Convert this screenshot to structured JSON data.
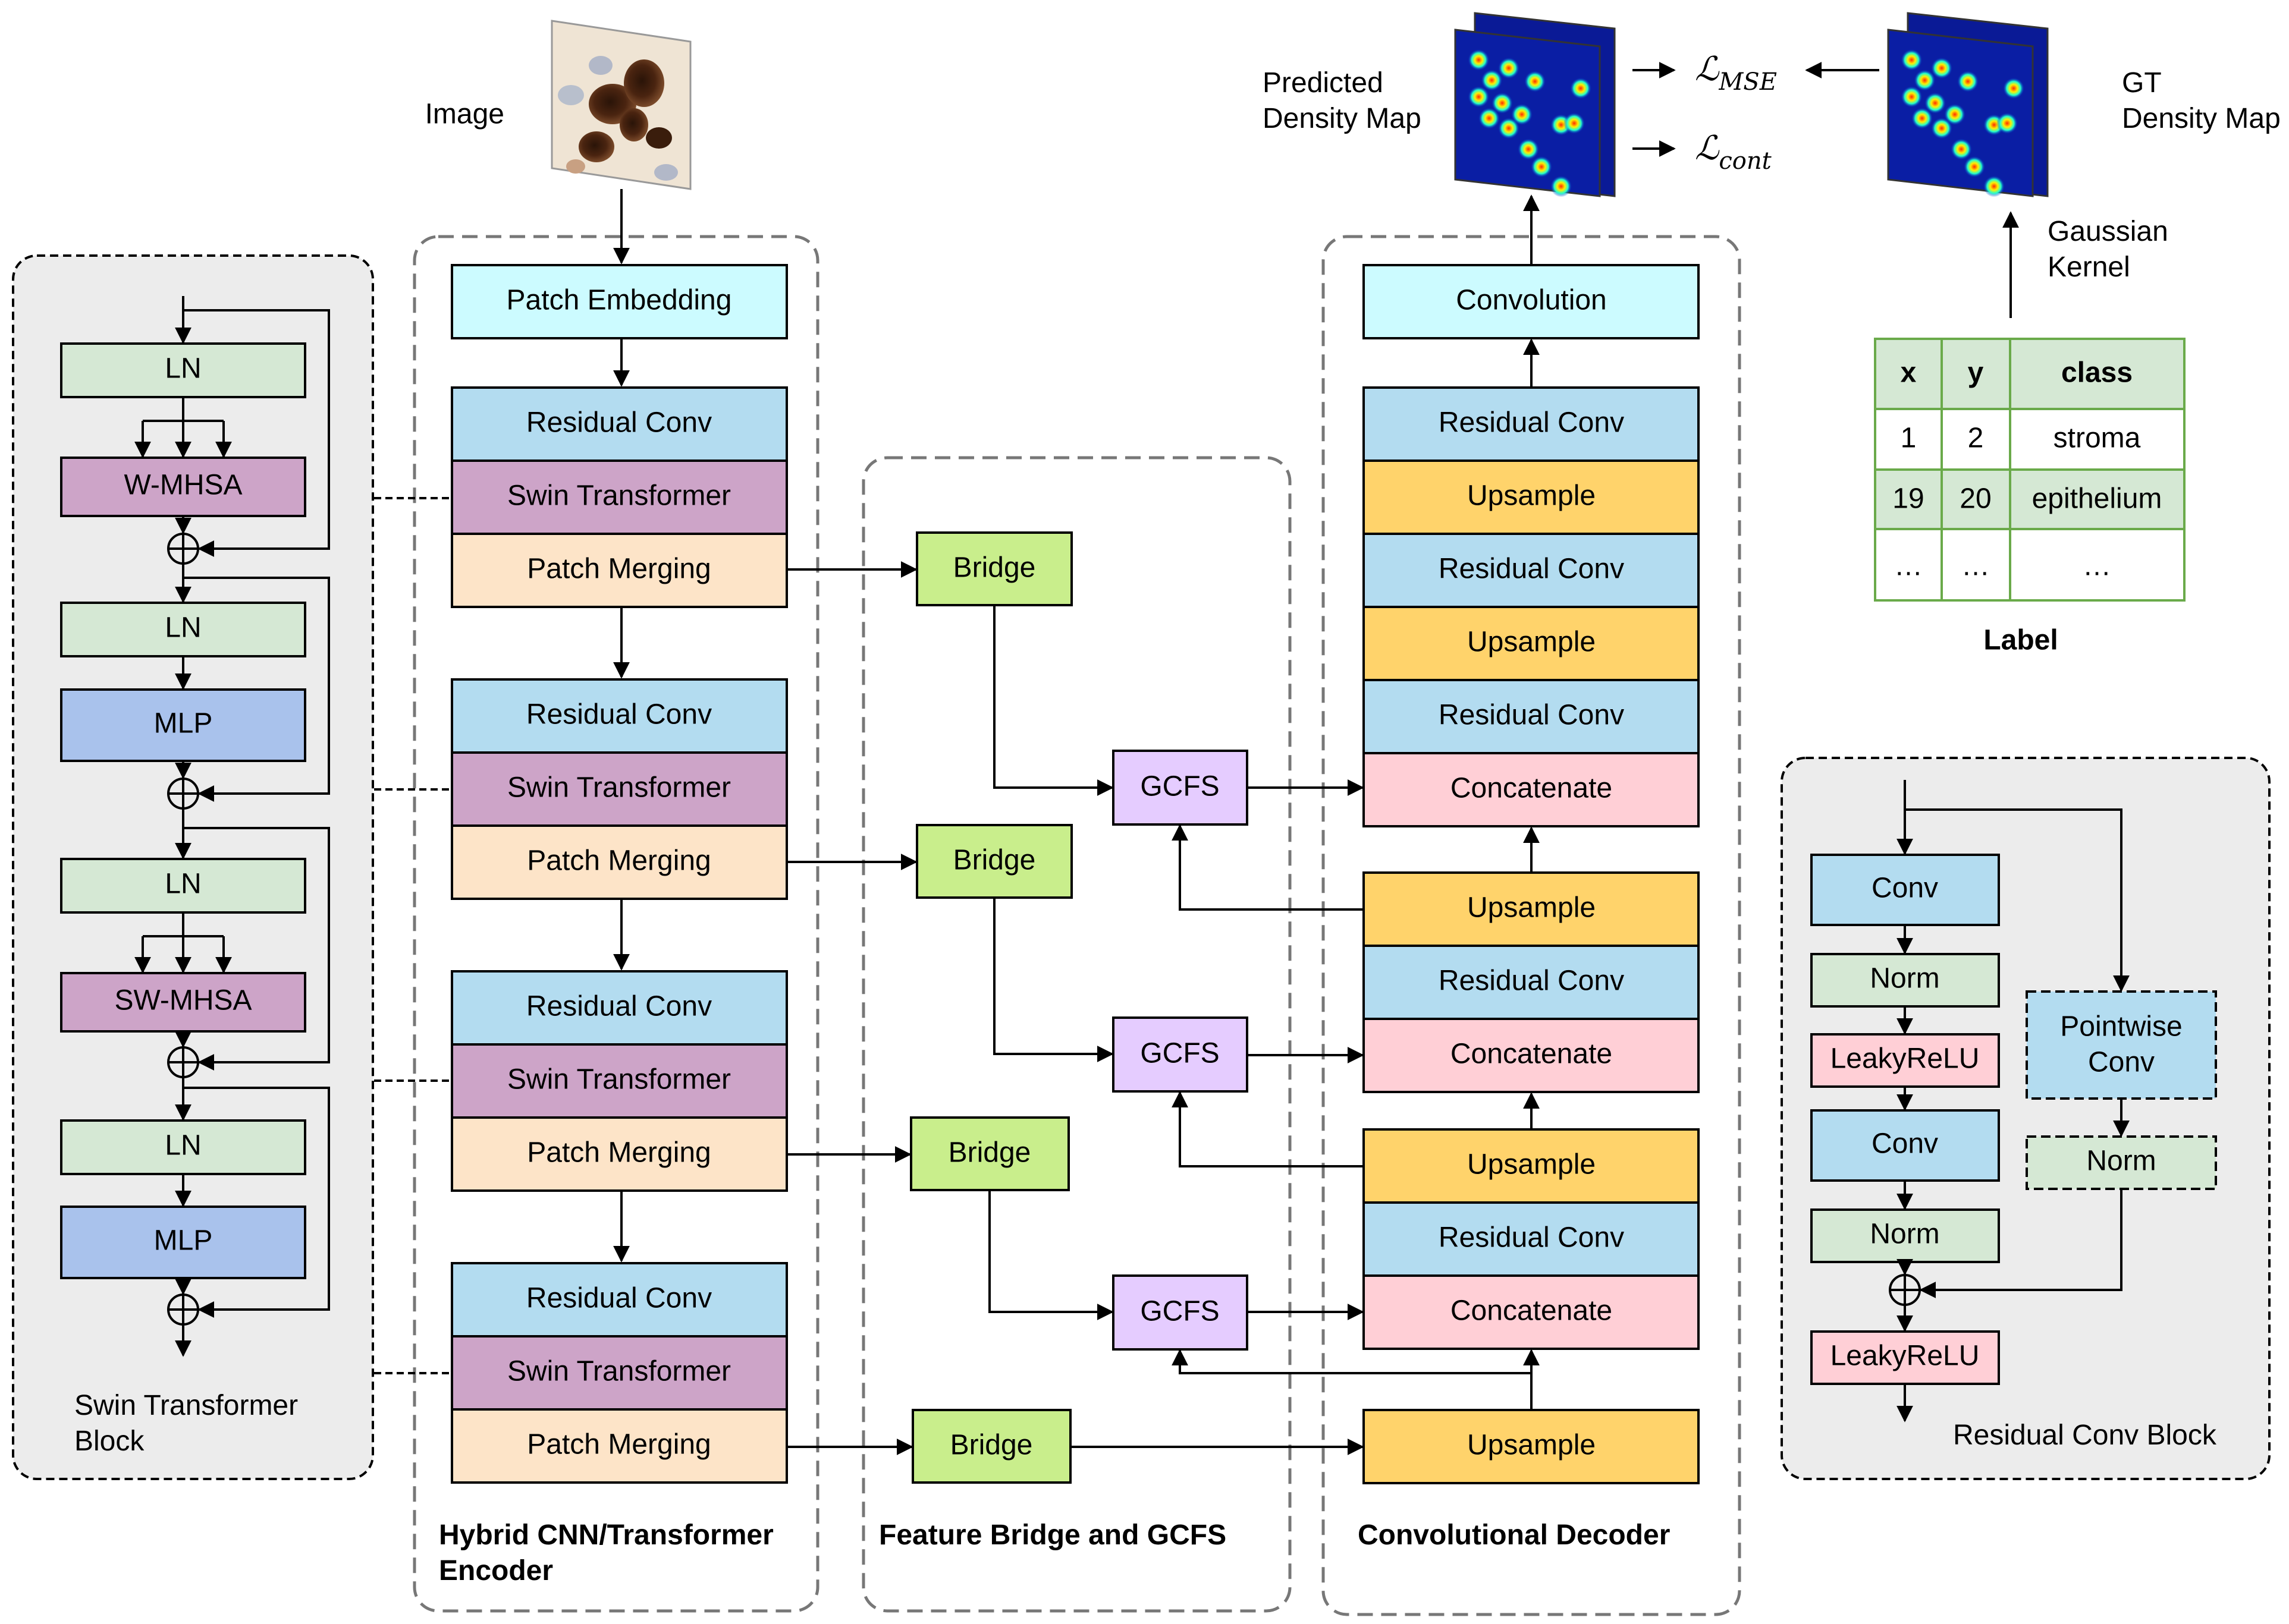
{
  "colors": {
    "cyan": "#ccfbff",
    "blue": "#b3dcf0",
    "purple": "#cda4c8",
    "peach": "#fde4c8",
    "green_ln": "#d5e8d4",
    "blue_mlp": "#a9c2ec",
    "bridge": "#c9ee8c",
    "gcfs": "#e5ccff",
    "upsample": "#ffd36b",
    "concat": "#ffcfd6",
    "panel": "#ececec",
    "leaky": "#ffcfd6"
  },
  "image_label": "Image",
  "swin_block": {
    "title_line1": "Swin Transformer",
    "title_line2": "Block",
    "ln1": "LN",
    "wmhsa": "W-MHSA",
    "ln2": "LN",
    "mlp1": "MLP",
    "ln3": "LN",
    "swmhsa": "SW-MHSA",
    "ln4": "LN",
    "mlp2": "MLP"
  },
  "encoder": {
    "caption_line1": "Hybrid CNN/Transformer",
    "caption_line2": "Encoder",
    "patch_embedding": "Patch Embedding",
    "stages": [
      {
        "residual": "Residual Conv",
        "swin": "Swin Transformer",
        "merge": "Patch Merging"
      },
      {
        "residual": "Residual Conv",
        "swin": "Swin Transformer",
        "merge": "Patch Merging"
      },
      {
        "residual": "Residual Conv",
        "swin": "Swin Transformer",
        "merge": "Patch Merging"
      },
      {
        "residual": "Residual Conv",
        "swin": "Swin Transformer",
        "merge": "Patch Merging"
      }
    ]
  },
  "bridge": {
    "caption": "Feature Bridge and GCFS",
    "bridges": [
      "Bridge",
      "Bridge",
      "Bridge",
      "Bridge"
    ],
    "gcfs": [
      "GCFS",
      "GCFS",
      "GCFS"
    ]
  },
  "decoder": {
    "caption": "Convolutional Decoder",
    "convolution": "Convolution",
    "residual1": "Residual Conv",
    "upsample1": "Upsample",
    "residual2": "Residual Conv",
    "upsample2": "Upsample",
    "residual3": "Residual Conv",
    "concat1": "Concatenate",
    "upsample3": "Upsample",
    "residual4": "Residual Conv",
    "concat2": "Concatenate",
    "upsample4": "Upsample",
    "residual5": "Residual Conv",
    "concat3": "Concatenate",
    "upsample5": "Upsample"
  },
  "outputs": {
    "pred_line1": "Predicted",
    "pred_line2": "Density Map",
    "gt_line1": "GT",
    "gt_line2": "Density Map",
    "loss_mse_base": "ℒ",
    "loss_mse_sub": "MSE",
    "loss_cont_base": "ℒ",
    "loss_cont_sub": "cont",
    "gaussian_line1": "Gaussian",
    "gaussian_line2": "Kernel"
  },
  "label_table": {
    "headers": [
      "x",
      "y",
      "class"
    ],
    "rows": [
      [
        "1",
        "2",
        "stroma"
      ],
      [
        "19",
        "20",
        "epithelium"
      ],
      [
        "…",
        "…",
        "…"
      ]
    ],
    "caption": "Label"
  },
  "res_block": {
    "title": "Residual Conv Block",
    "conv1": "Conv",
    "norm1": "Norm",
    "leaky1": "LeakyReLU",
    "conv2": "Conv",
    "norm2": "Norm",
    "leaky2": "LeakyReLU",
    "pointwise_line1": "Pointwise",
    "pointwise_line2": "Conv",
    "norm3": "Norm"
  }
}
